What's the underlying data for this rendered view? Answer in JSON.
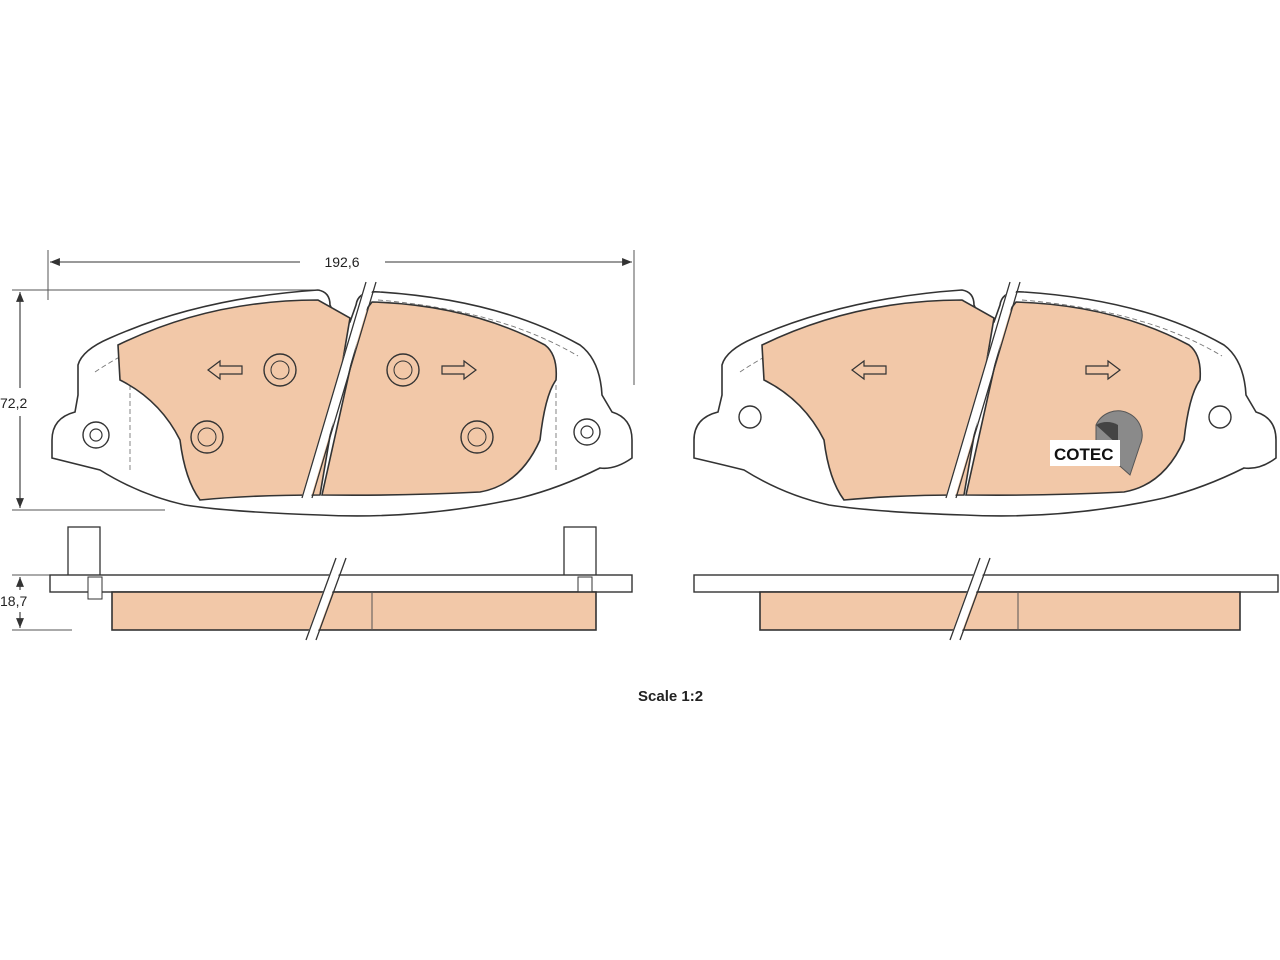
{
  "colors": {
    "friction_material": "#F2C8A8",
    "outline": "#333333",
    "background": "#FFFFFF"
  },
  "dimensions": {
    "width": "192,6",
    "height": "72,2",
    "thickness": "18,7"
  },
  "scale_label": "Scale 1:2",
  "logo": {
    "text": "COTEC",
    "icon": "cotec-quarter-circle-icon"
  },
  "views": [
    "pad-front-left",
    "pad-front-right",
    "pad-side-left",
    "pad-side-right"
  ]
}
